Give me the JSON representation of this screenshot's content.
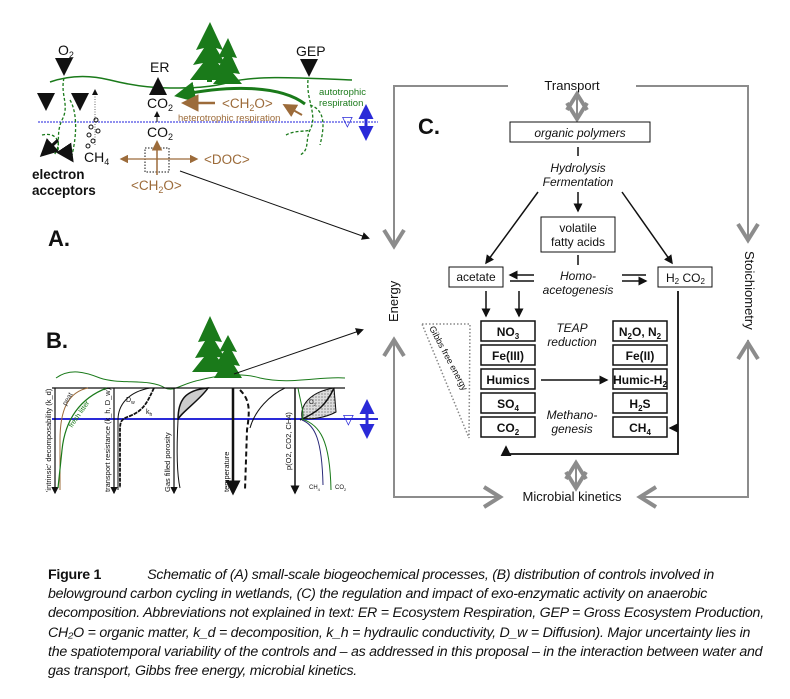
{
  "panelA": {
    "label": "A.",
    "o2": "O",
    "o2_sub": "2",
    "er": "ER",
    "gep": "GEP",
    "co2_top": "CO",
    "co2_top_sub": "2",
    "co2_bottom": "CO",
    "co2_bottom_sub": "2",
    "ch2o_right": "<CH",
    "ch2o_right_sub": "2",
    "ch2o_right_end": "O>",
    "autotrophic_1": "autotrophic",
    "autotrophic_2": "respiration",
    "heterotrophic": "heterotrophic respiration",
    "ch4": "CH",
    "ch4_sub": "4",
    "doc": "<DOC>",
    "ch2o_bottom": "<CH",
    "ch2o_bottom_sub": "2",
    "ch2o_bottom_end": "O>",
    "electron_1": "electron",
    "electron_2": "acceptors",
    "water_table_symbol": "▽"
  },
  "panelB": {
    "label": "B.",
    "axes": [
      {
        "label": "'intrinsic' decomposability (k_d)"
      },
      {
        "label": "transport resistance (k_h, D_w)"
      },
      {
        "label": "Gas filled porosity"
      },
      {
        "label": "temperature"
      },
      {
        "label": "p(O2, CO2, CH4)"
      }
    ],
    "curve_labels": {
      "peat": "peat",
      "fresh_litter": "fresh litter",
      "dw": "D",
      "dw_sub": "w",
      "kh": "k",
      "kh_sub": "h",
      "o2": "O",
      "o2_sub": "2",
      "ch4": "CH",
      "ch4_sub": "4",
      "co2": "CO",
      "co2_sub": "2"
    },
    "water_table_symbol": "▽"
  },
  "panelC": {
    "label": "C.",
    "transport": "Transport",
    "energy": "Energy",
    "stoichiometry": "Stoichiometry",
    "microbial_kinetics": "Microbial kinetics",
    "organic_polymers": "organic polymers",
    "hydrolysis": "Hydrolysis",
    "fermentation": "Fermentation",
    "vfa_1": "volatile",
    "vfa_2": "fatty acids",
    "acetate": "acetate",
    "homo_1": "Homo-",
    "homo_2": "acetogenesis",
    "h2co2": "H",
    "h2co2_sub": "2",
    "h2co2_co": " CO",
    "h2co2_co_sub": "2",
    "teap_1": "TEAP",
    "teap_2": "reduction",
    "methano_1": "Methano-",
    "methano_2": "genesis",
    "gibbs": "Gibbs free energy",
    "acceptors": [
      {
        "main": "NO",
        "sub": "3"
      },
      {
        "main": "Fe(III)",
        "sub": ""
      },
      {
        "main": "Humics",
        "sub": ""
      },
      {
        "main": "SO",
        "sub": "4"
      },
      {
        "main": "CO",
        "sub": "2"
      }
    ],
    "products": [
      {
        "main": "N",
        "sub": "2",
        "rest": "O, N",
        "sub2": "2"
      },
      {
        "main": "Fe(II)",
        "sub": "",
        "rest": "",
        "sub2": ""
      },
      {
        "main": "Humic-H",
        "sub": "2",
        "rest": "",
        "sub2": ""
      },
      {
        "main": "H",
        "sub": "2",
        "rest": "S",
        "sub2": ""
      },
      {
        "main": "CH",
        "sub": "4",
        "rest": "",
        "sub2": ""
      }
    ]
  },
  "caption": {
    "figure": "Figure 1",
    "text": "Schematic of (A) small-scale biogeochemical processes, (B) distribution of controls involved in belowground carbon cycling in wetlands, (C) the regulation and impact of exo-enzymatic activity on anaerobic decomposition. Abbreviations not explained in text: ER = Ecosystem Respiration, GEP = Gross Ecosystem Production, CH₂O = organic matter, k_d = decomposition, k_h = hydraulic conductivity, D_w = Diffusion). Major uncertainty lies in the spatiotemporal variability of the controls and – as addressed in this proposal – in the interaction between water and gas transport, Gibbs free energy, microbial kinetics."
  },
  "colors": {
    "green": "#1a7a1a",
    "brown": "#9c6b3a",
    "blue": "#2a2ad8",
    "gray": "#8c8c8c",
    "black": "#111111"
  }
}
